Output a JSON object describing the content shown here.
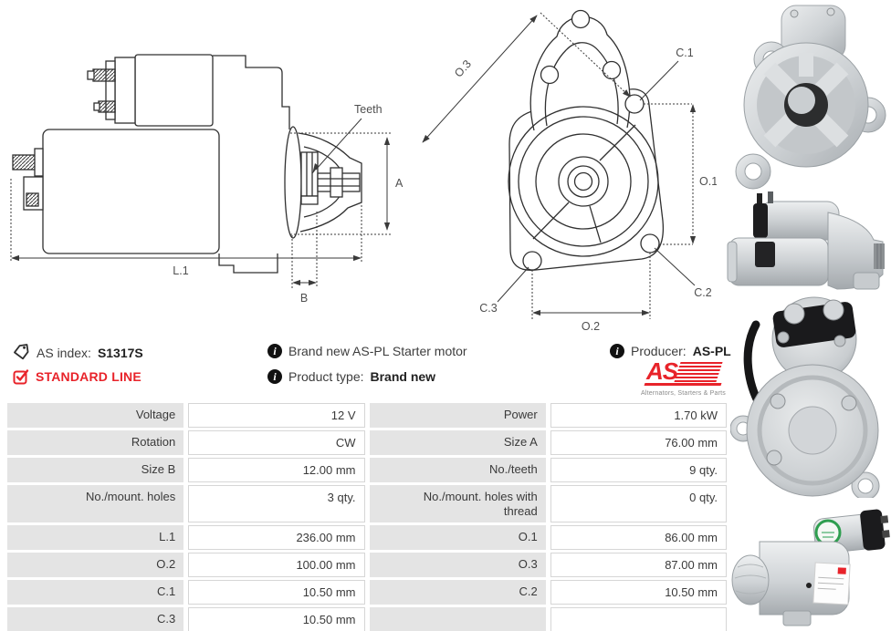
{
  "colors": {
    "red": "#e8232a",
    "label_cell_bg": "#e4e4e4",
    "cell_border": "#d6d6d6"
  },
  "info": {
    "as_index_label": "AS index:",
    "as_index_value": "S1317S",
    "standard_line": "STANDARD LINE",
    "brand_new_text": "Brand new AS-PL Starter motor",
    "product_type_label": "Product type:",
    "product_type_value": "Brand new",
    "producer_label": "Producer:",
    "producer_value": "AS-PL",
    "info_icon_glyph": "i"
  },
  "logo": {
    "text": "AS",
    "tagline": "Alternators, Starters & Parts"
  },
  "drawings": {
    "side_view": {
      "teeth": "Teeth",
      "a": "A",
      "l1": "L.1",
      "b": "B"
    },
    "front_view": {
      "o1": "O.1",
      "o2": "O.2",
      "o3": "O.3",
      "c1": "C.1",
      "c2": "C.2",
      "c3": "C.3"
    }
  },
  "photos": {
    "front_flange": "starter front flange photo",
    "side_view": "starter side view photo",
    "rear_view": "starter rear view photo",
    "angled_view": "starter angled view photo"
  },
  "spec_table": {
    "rows": [
      {
        "c1_label": "Voltage",
        "c1_value": "12 V",
        "c2_label": "Power",
        "c2_value": "1.70 kW"
      },
      {
        "c1_label": "Rotation",
        "c1_value": "CW",
        "c2_label": "Size A",
        "c2_value": "76.00 mm"
      },
      {
        "c1_label": "Size B",
        "c1_value": "12.00 mm",
        "c2_label": "No./teeth",
        "c2_value": "9 qty."
      },
      {
        "c1_label": "No./mount. holes",
        "c1_value": "3 qty.",
        "c2_label": "No./mount. holes with thread",
        "c2_value": "0 qty."
      },
      {
        "c1_label": "L.1",
        "c1_value": "236.00 mm",
        "c2_label": "O.1",
        "c2_value": "86.00 mm"
      },
      {
        "c1_label": "O.2",
        "c1_value": "100.00 mm",
        "c2_label": "O.3",
        "c2_value": "87.00 mm"
      },
      {
        "c1_label": "C.1",
        "c1_value": "10.50 mm",
        "c2_label": "C.2",
        "c2_value": "10.50 mm"
      },
      {
        "c1_label": "C.3",
        "c1_value": "10.50 mm",
        "c2_label": "",
        "c2_value": ""
      }
    ]
  }
}
